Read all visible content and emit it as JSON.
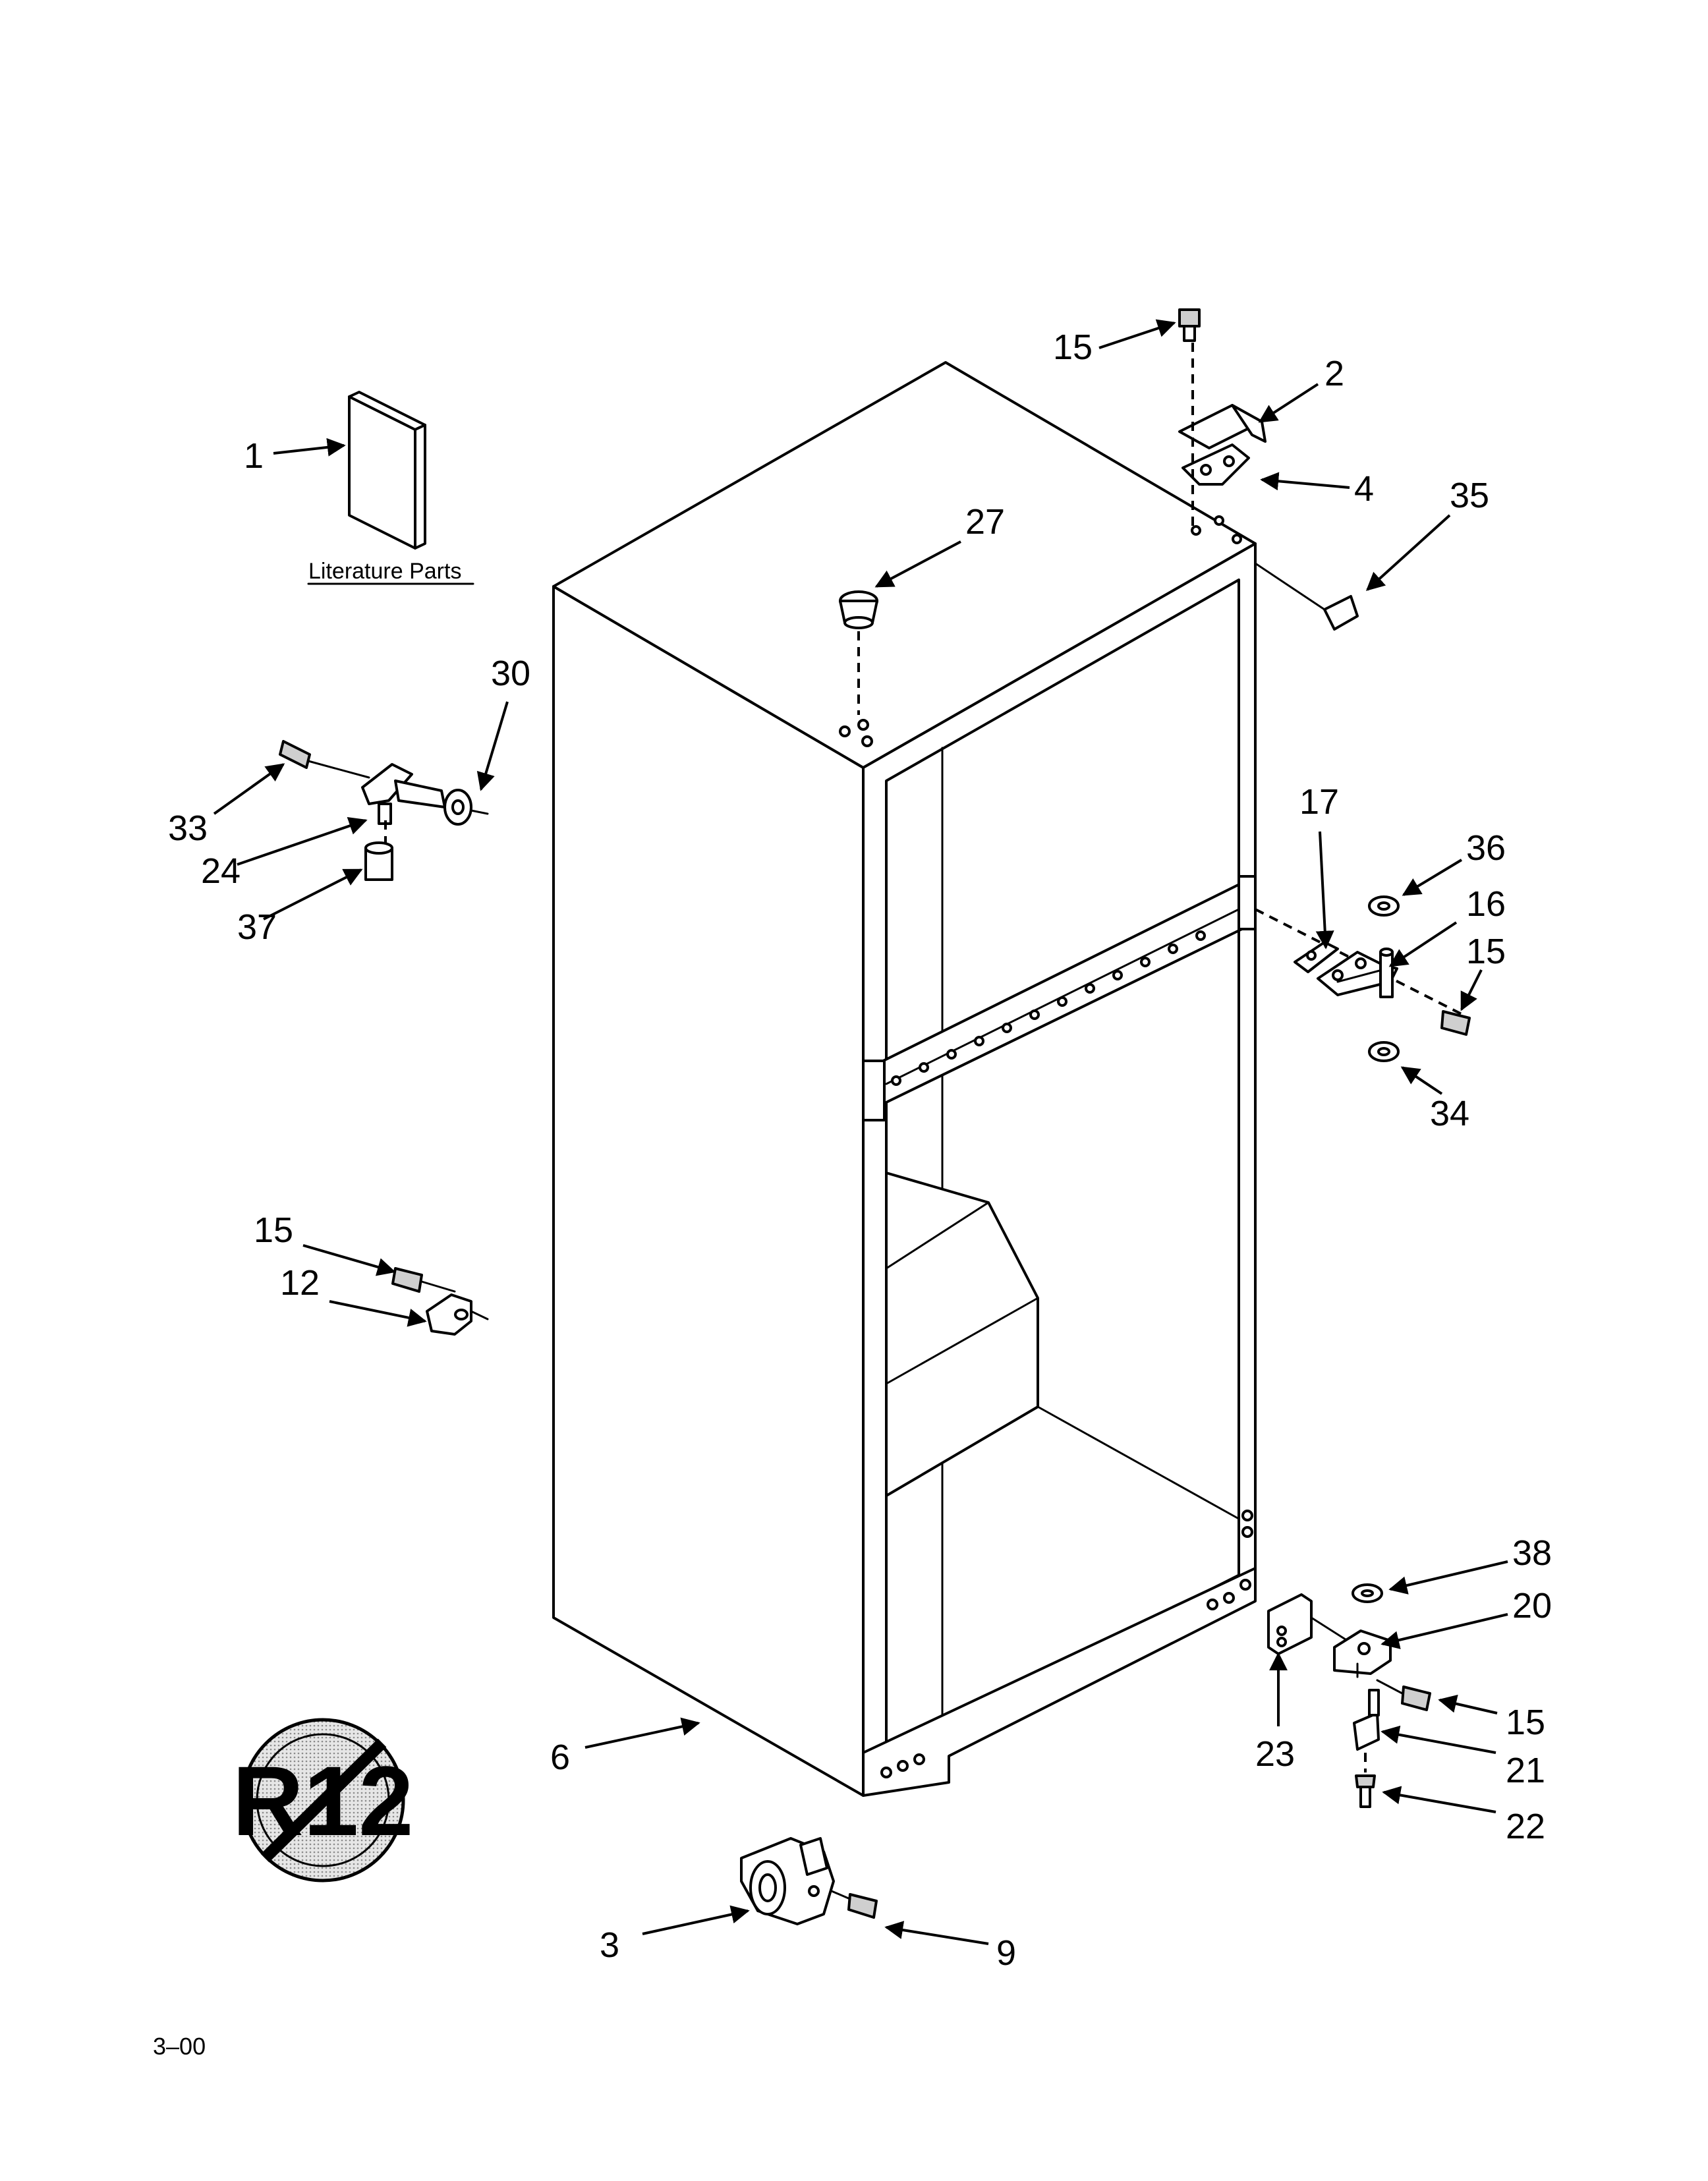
{
  "diagram": {
    "literature_label": "Literature Parts",
    "badge_text": "R12",
    "footer_code": "3–00",
    "callouts": {
      "c1": "1",
      "c15_top": "15",
      "c2": "2",
      "c4": "4",
      "c35": "35",
      "c27": "27",
      "c30": "30",
      "c33": "33",
      "c24": "24",
      "c37": "37",
      "c17": "17",
      "c36": "36",
      "c16": "16",
      "c15_mid": "15",
      "c34": "34",
      "c15_left": "15",
      "c12": "12",
      "c38": "38",
      "c20": "20",
      "c15_bot": "15",
      "c21": "21",
      "c22": "22",
      "c23": "23",
      "c6": "6",
      "c3": "3",
      "c9": "9"
    }
  }
}
